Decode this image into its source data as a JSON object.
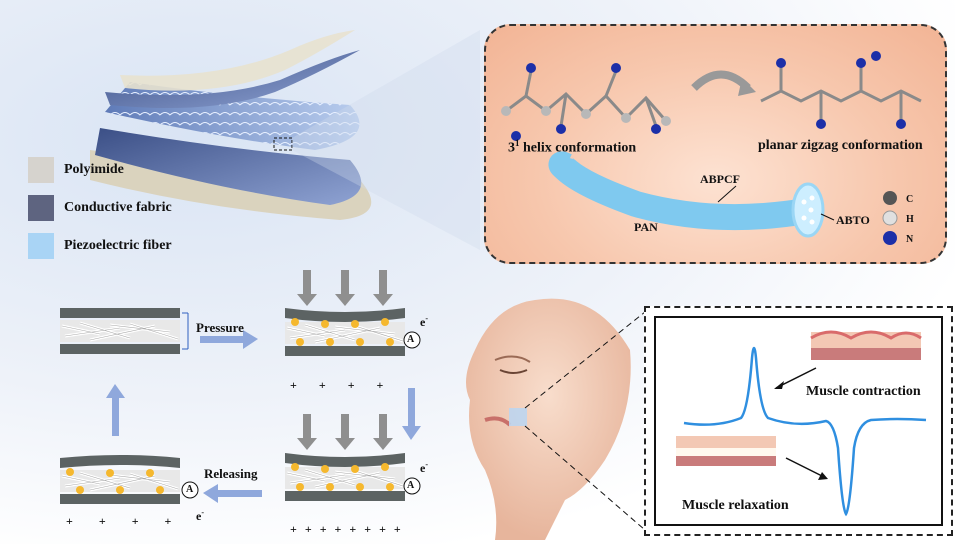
{
  "legend": [
    {
      "label": "Polyimide",
      "color": "#d6d3ce"
    },
    {
      "label": "Conductive fabric",
      "color": "#5e6480"
    },
    {
      "label": "Piezoelectric fiber",
      "color": "#a9d4f5"
    }
  ],
  "molecular": {
    "helix_label_prefix": "3",
    "helix_label_sup": "1",
    "helix_label_suffix": " helix conformation",
    "zigzag_label": "planar zigzag conformation",
    "fiber_labels": {
      "abpcf": "ABPCF",
      "pan": "PAN",
      "abto": "ABTO"
    },
    "atoms": [
      {
        "symbol": "C",
        "color": "#555555"
      },
      {
        "symbol": "H",
        "color": "#e0e0e0"
      },
      {
        "symbol": "N",
        "color": "#1c2fa8"
      }
    ]
  },
  "cycle": {
    "pressure_label": "Pressure",
    "releasing_label": "Releasing",
    "electron_label": "e",
    "electron_sup": "-",
    "ammeter_label": "A",
    "plus": "+"
  },
  "signal": {
    "contraction_label": "Muscle contraction",
    "relaxation_label": "Muscle relaxation"
  },
  "colors": {
    "arrow": "#8fa8dc",
    "fiber": "#7fc9ef",
    "signal": "#2f8fe0",
    "charge": "#f5b82e"
  }
}
